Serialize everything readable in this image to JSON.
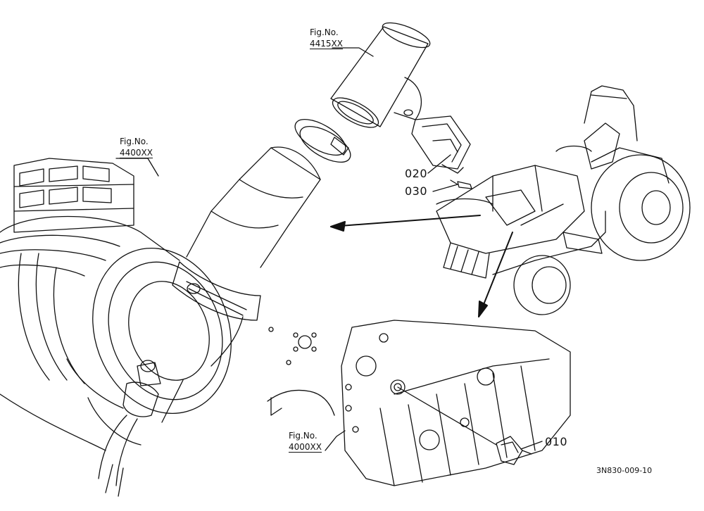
{
  "figures": [
    {
      "fig_label": "Fig.No.",
      "fig_number": "4415XX"
    },
    {
      "fig_label": "Fig.No.",
      "fig_number": "4400XX"
    },
    {
      "fig_label": "Fig.No.",
      "fig_number": "4000XX"
    }
  ],
  "parts": [
    "020",
    "030",
    "010"
  ],
  "drawing_code": "3N830-009-10",
  "colors": {
    "line": "#111111",
    "background": "#ffffff"
  }
}
